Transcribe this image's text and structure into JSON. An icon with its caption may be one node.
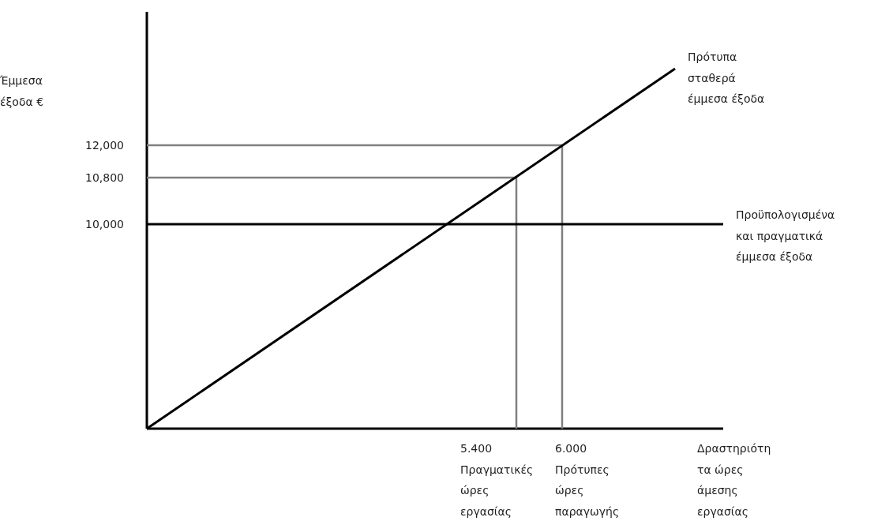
{
  "diagram": {
    "labels": [
      "Έμμεσα έξοδα €",
      "Πρότυπα σταθερά έμμεσα έξοδα",
      "12,000",
      "10,800",
      "10,000",
      "Προϋπολογισμένα και πραγματικά έμμεσα έξοδα",
      "5.400 Πραγματικές ώρες εργασίας",
      "6.000 Πρότυπες ώρες παραγωγής",
      "Δραστηριότητα ώρες άμεσης εργασίας"
    ]
  }
}
